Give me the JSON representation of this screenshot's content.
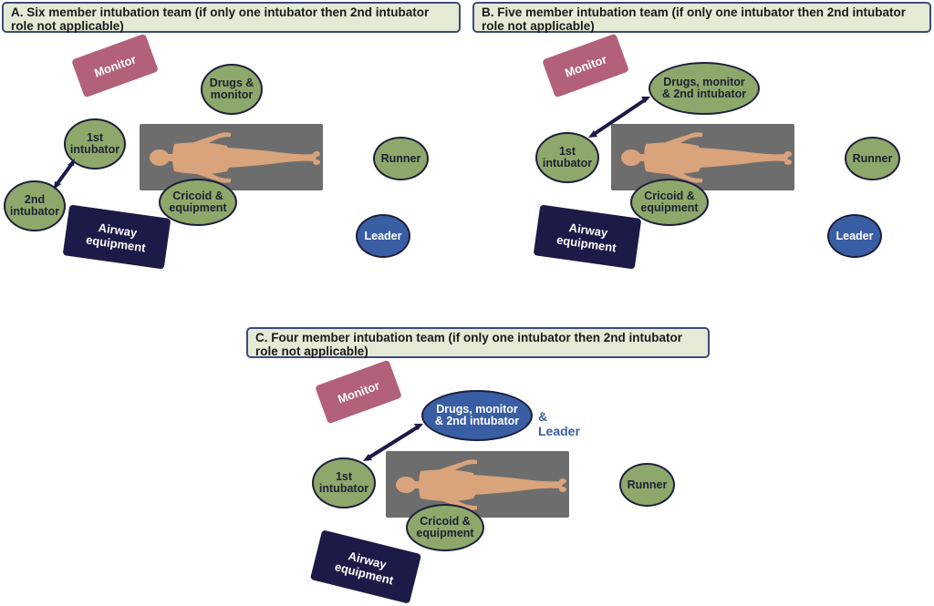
{
  "panels": {
    "a": {
      "title": "A. Six member intubation team (if only one intubator then 2nd intubator role not applicable)",
      "monitor": "Monitor",
      "drugs": "Drugs &\nmonitor",
      "intubator1": "1st\nintubator",
      "intubator2": "2nd\nintubator",
      "cricoid": "Cricoid &\nequipment",
      "runner": "Runner",
      "airway": "Airway\nequipment",
      "leader": "Leader"
    },
    "b": {
      "title": "B. Five member intubation team (if only one intubator then 2nd intubator role not applicable)",
      "monitor": "Monitor",
      "drugs": "Drugs, monitor\n& 2nd intubator",
      "intubator1": "1st\nintubator",
      "cricoid": "Cricoid &\nequipment",
      "runner": "Runner",
      "airway": "Airway\nequipment",
      "leader": "Leader"
    },
    "c": {
      "title": "C. Four member intubation team (if only one intubator then 2nd intubator role not applicable)",
      "monitor": "Monitor",
      "drugs": "Drugs, monitor\n& 2nd intubator",
      "leader_note": "& Leader",
      "intubator1": "1st\nintubator",
      "cricoid": "Cricoid &\nequipment",
      "runner": "Runner",
      "airway": "Airway\nequipment"
    }
  },
  "colors": {
    "role_green": "#8da86a",
    "leader_blue": "#3a5ea4",
    "monitor_pink": "#b36079",
    "airway_navy": "#1c1a47",
    "bed_gray": "#6d6d6d",
    "patient_skin": "#d9a37c",
    "title_bg": "#e3ebd6"
  }
}
